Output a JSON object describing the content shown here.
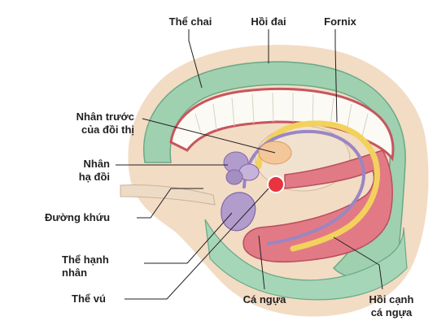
{
  "figure": {
    "labels": {
      "the_chai": "Thể chai",
      "hoi_dai": "Hồi đai",
      "fornix": "Fornix",
      "nhan_truoc_1": "Nhân trước",
      "nhan_truoc_2": "của đồi thị",
      "nhan_ha_doi_1": "Nhân",
      "nhan_ha_doi_2": "hạ đồi",
      "duong_khuu": "Đường khứu",
      "the_hanh_nhan_1": "Thể hạnh",
      "the_hanh_nhan_2": "nhân",
      "the_vu": "Thể vú",
      "ca_ngua": "Cá ngựa",
      "hoi_canh_1": "Hồi cạnh",
      "hoi_canh_2": "cá ngựa"
    },
    "colors": {
      "tissue": "#f2dcc4",
      "cingulate": "#9fd0b0",
      "callosum": "#fbfaf4",
      "fornix": "#f2d25c",
      "hippocampus": "#e27a86",
      "thalamus_nucleus": "#f4c79a",
      "amygdala": "#b29ccb",
      "label": "#231f20"
    }
  }
}
